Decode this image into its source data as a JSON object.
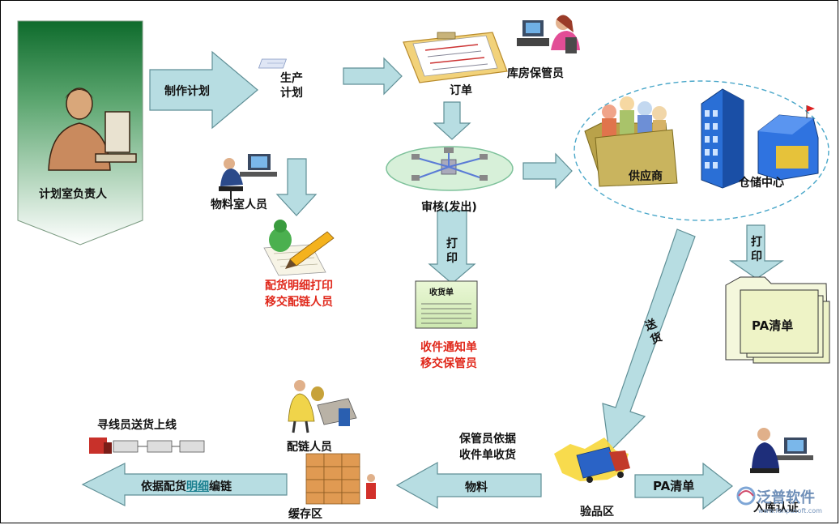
{
  "director": {
    "label": "计划室负责人"
  },
  "arrows": {
    "make_plan": "制作计划",
    "print1": "打印",
    "print2": "打印",
    "deliver": "送货",
    "material": "物料",
    "pa_list": "PA清单",
    "route": "依据配货明细编链",
    "route_prefix": "依据配货",
    "route_highlight": "明细",
    "route_suffix": "编链"
  },
  "nodes": {
    "production_plan": "生产\n计划",
    "production_plan_l1": "生产",
    "production_plan_l2": "计划",
    "order": "订单",
    "warehouse_keeper": "库房保管员",
    "audit": "审核(发出)",
    "material_staff": "物料室人员",
    "supplier": "供应商",
    "storage_center": "仓储中心",
    "receipt_doc_title": "收货单",
    "pa_doc": "PA清单",
    "chain_staff": "配链人员",
    "buffer_area": "缓存区",
    "inspection_area": "验品区",
    "storage_confirm": "入库认证",
    "route_staff": "寻线员送货上线",
    "keeper_receive_l1": "保管员依据",
    "keeper_receive_l2": "收件单收货"
  },
  "notes": {
    "distribution_l1": "配货明细打印",
    "distribution_l2": "移交配链人员",
    "receipt_l1": "收件通知单",
    "receipt_l2": "移交保管员"
  },
  "logo": {
    "text": "泛普软件",
    "url": "www.fanpusoft.com"
  },
  "colors": {
    "arrow_fill": "#b7dde2",
    "arrow_stroke": "#5f8f96",
    "note_red": "#e0281b",
    "highlight": "#1a7f8f"
  }
}
